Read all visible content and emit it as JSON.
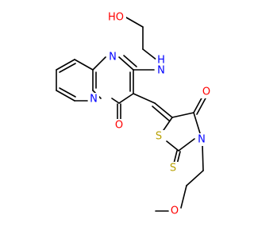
{
  "molecule": {
    "atoms": {
      "ho": {
        "text": "HO",
        "color": "#ff0000"
      },
      "n_top": {
        "text": "N",
        "color": "#0000ff"
      },
      "nh": {
        "text": "H",
        "color": "#0000ff"
      },
      "n_nh": {
        "text": "N",
        "color": "#0000ff"
      },
      "n_ring": {
        "text": "N",
        "color": "#0000ff"
      },
      "o_pyr": {
        "text": "O",
        "color": "#ff0000"
      },
      "o_thz": {
        "text": "O",
        "color": "#ff0000"
      },
      "s_ring": {
        "text": "S",
        "color": "#b8a000"
      },
      "n_thz": {
        "text": "N",
        "color": "#0000ff"
      },
      "s_thione": {
        "text": "S",
        "color": "#b8a000"
      },
      "o_ether": {
        "text": "O",
        "color": "#ff0000"
      }
    }
  }
}
